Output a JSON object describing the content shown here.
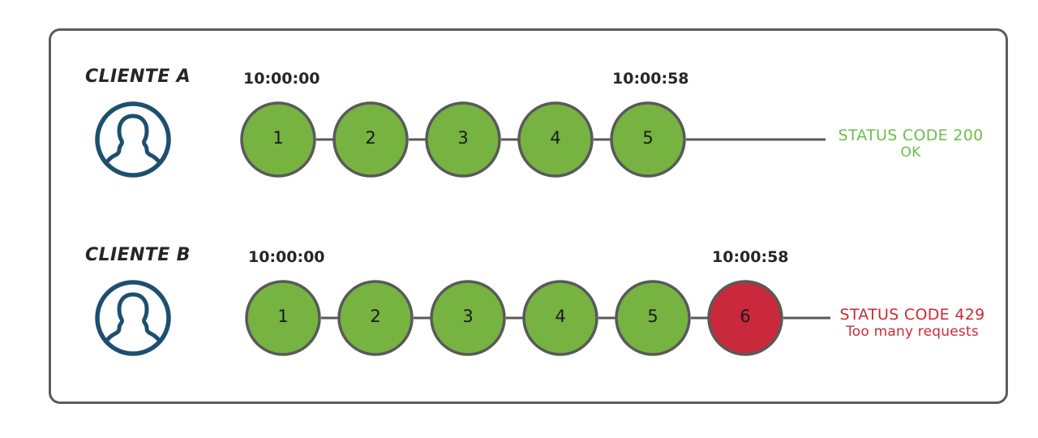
{
  "diagram": {
    "title_present": false,
    "frame": {
      "border_color": "#5c5c5c"
    },
    "colors": {
      "node_ok": "#76b341",
      "node_error": "#c9293a",
      "node_stroke": "#595959",
      "connector": "#595959",
      "avatar": "#1d4f70",
      "status_ok_text": "#6cbd48",
      "status_error_text": "#cc2a36",
      "label_text": "#262626"
    },
    "rows": [
      {
        "id": "client-a",
        "client_label": "CLIENTE A",
        "avatar_icon": "user-avatar-icon",
        "timestamp_start": "10:00:00",
        "timestamp_end": "10:00:58",
        "nodes": [
          {
            "label": "1",
            "state": "ok"
          },
          {
            "label": "2",
            "state": "ok"
          },
          {
            "label": "3",
            "state": "ok"
          },
          {
            "label": "4",
            "state": "ok"
          },
          {
            "label": "5",
            "state": "ok"
          }
        ],
        "status": {
          "line1": "STATUS CODE 200",
          "line2": "OK",
          "kind": "ok"
        }
      },
      {
        "id": "client-b",
        "client_label": "CLIENTE B",
        "avatar_icon": "user-avatar-icon",
        "timestamp_start": "10:00:00",
        "timestamp_end": "10:00:58",
        "nodes": [
          {
            "label": "1",
            "state": "ok"
          },
          {
            "label": "2",
            "state": "ok"
          },
          {
            "label": "3",
            "state": "ok"
          },
          {
            "label": "4",
            "state": "ok"
          },
          {
            "label": "5",
            "state": "ok"
          },
          {
            "label": "6",
            "state": "error"
          }
        ],
        "status": {
          "line1": "STATUS CODE 429",
          "line2": "Too many requests",
          "kind": "error"
        }
      }
    ]
  }
}
